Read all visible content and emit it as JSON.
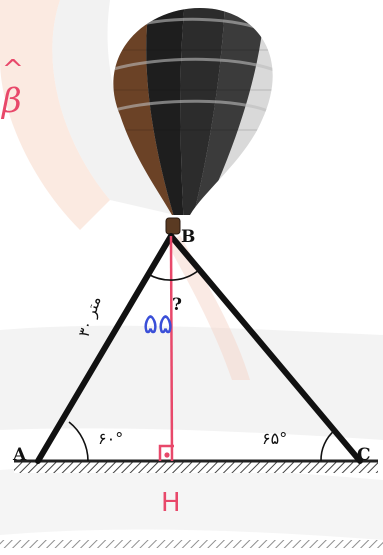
{
  "diagram": {
    "vertices": {
      "A": "A",
      "B": "B",
      "C": "C"
    },
    "angles": {
      "at_A": "۶۰°",
      "at_C": "۶۵°",
      "at_B": "?"
    },
    "side_label_AB": "۳۰ متر",
    "annotations": {
      "beta_symbol": "β",
      "hat_symbol": "^",
      "angle_B_handwritten": "۵۵",
      "foot_label": "H"
    },
    "colors": {
      "triangle": "#111111",
      "altitude": "#e8486a",
      "handwriting_blue": "#3a4fd8",
      "handwriting_red": "#e8486a",
      "balloon_brown": "#6b4226",
      "balloon_dark": "#1e1e1e"
    },
    "icons": {
      "balloon": "hot-air-balloon-icon",
      "right_angle": "right-angle-marker-icon"
    }
  }
}
